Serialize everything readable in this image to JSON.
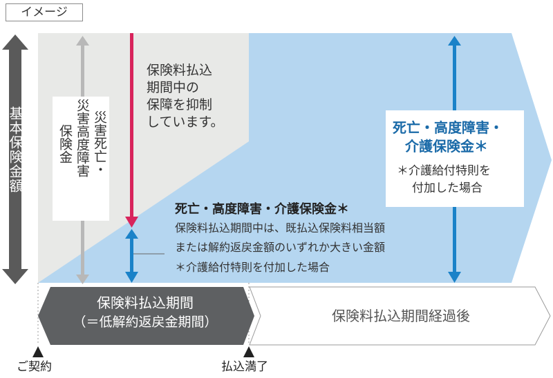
{
  "image_tag": "イメージ",
  "axis_label": "基本保険金額",
  "disaster_benefit": {
    "col1": "災害死亡・",
    "col2": "災害高度障害",
    "col3": "保険金"
  },
  "suppression_note": {
    "lines": [
      "保険料払込",
      "期間中の",
      "保障を抑制",
      "しています。"
    ]
  },
  "post_payment_benefit": {
    "title_line1": "死亡・高度障害・",
    "title_line2": "介護保険金＊",
    "note_line1": "＊介護給付特則を",
    "note_line2": "付加した場合"
  },
  "during_payment_benefit": {
    "title": "死亡・高度障害・介護保険金＊",
    "line1": "保険料払込期間中は、既払込保険料相当額",
    "line2": "または解約返戻金額のいずれか大きい金額",
    "line3": "＊介護給付特則を付加した場合"
  },
  "periods": {
    "payment_period_line1": "保険料払込期間",
    "payment_period_line2": "（＝低解約返戻金期間）",
    "after_payment": "保険料払込期間経過後"
  },
  "timeline": {
    "contract": "ご契約",
    "payment_complete": "払込満了"
  },
  "colors": {
    "gray_arrow": "#5a5a5a",
    "light_gray_arrow": "#b8b8b8",
    "gray_area": "#e8e9e7",
    "light_blue_area": "#b5d6f0",
    "blue_arrow": "#1a82c8",
    "crimson_arrow": "#d8245c",
    "title_blue": "#1a6aa8"
  }
}
